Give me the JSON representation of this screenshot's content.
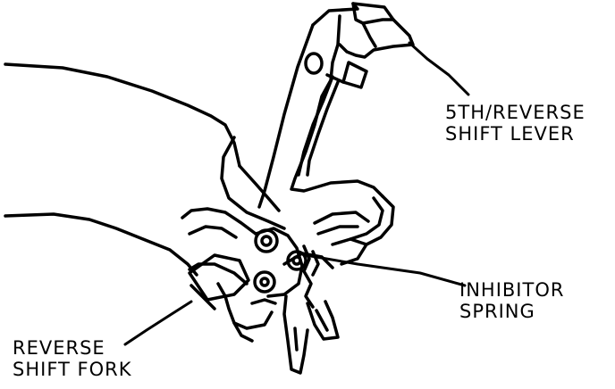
{
  "labels": {
    "lever": {
      "line1": "5TH/REVERSE",
      "line2": "SHIFT LEVER"
    },
    "spring": {
      "line1": "INHIBITOR",
      "line2": "SPRING"
    },
    "fork": {
      "line1": "REVERSE",
      "line2": "SHIFT FORK"
    }
  },
  "colors": {
    "ink": "#000000",
    "paper": "#ffffff"
  }
}
